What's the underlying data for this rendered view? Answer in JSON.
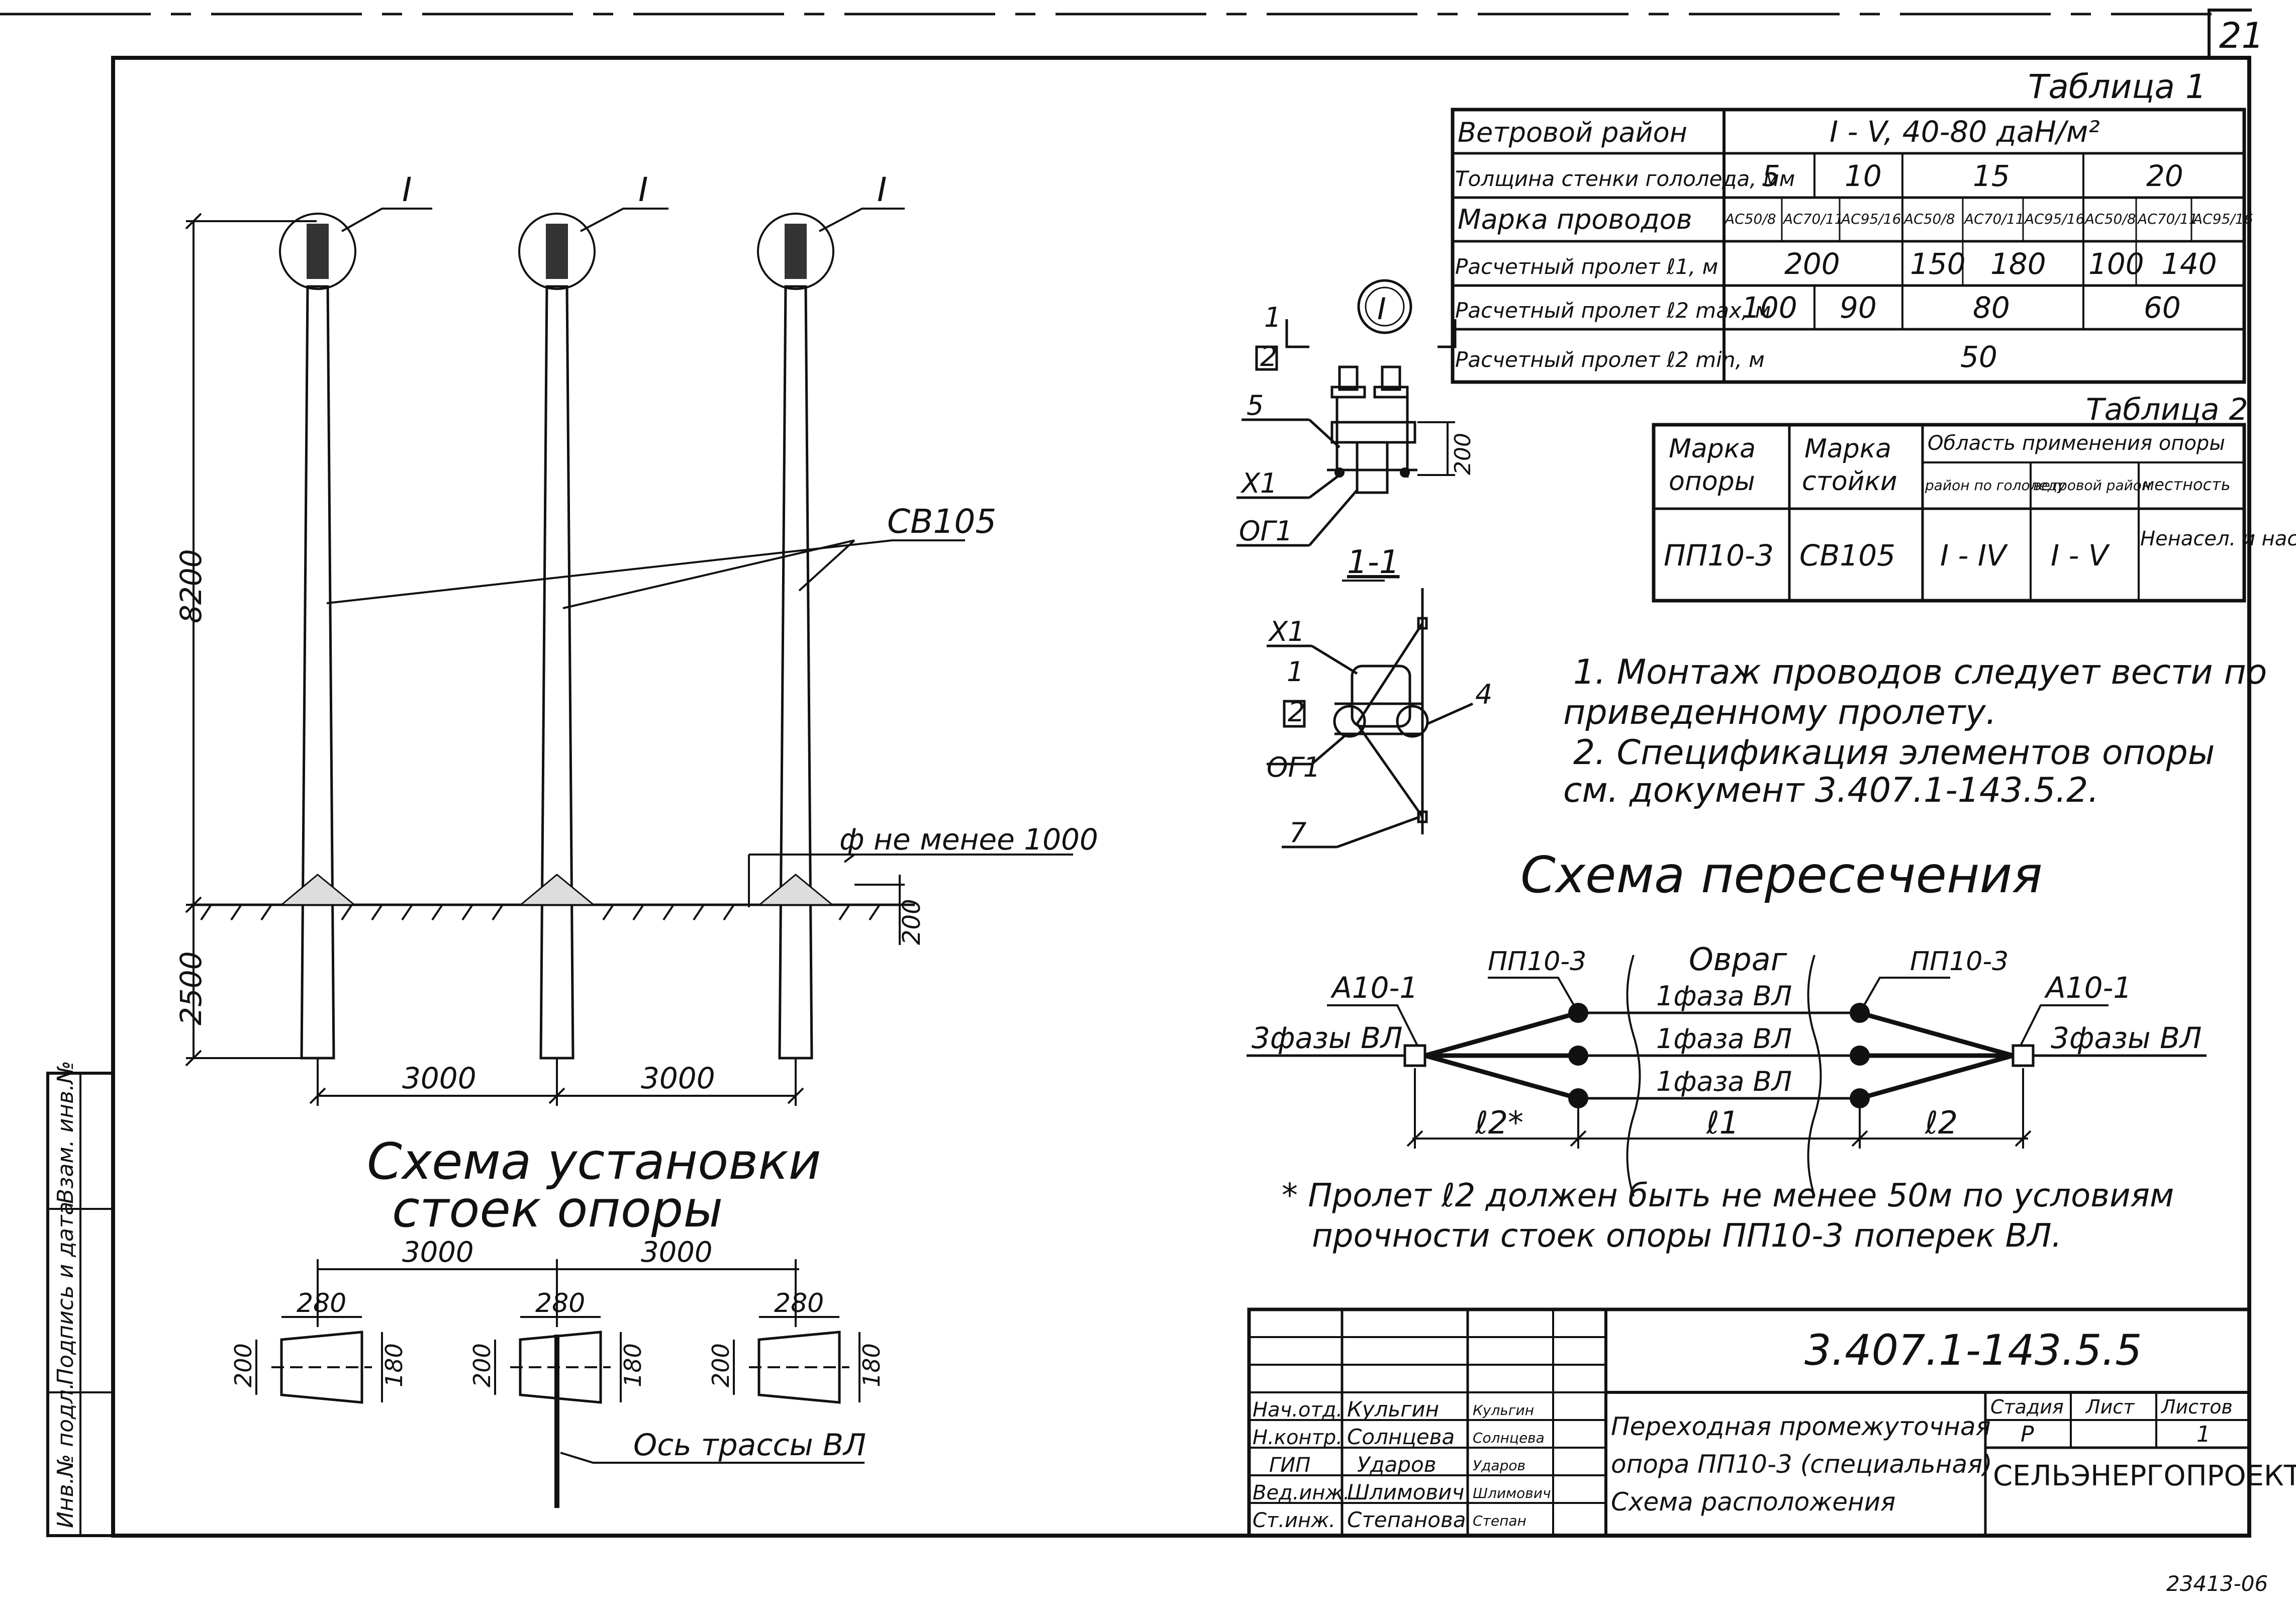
{
  "sheet": {
    "page_number": "21",
    "archive_number": "23413-06"
  },
  "table1": {
    "title": "Таблица 1",
    "rows": [
      {
        "label": "Ветровой район",
        "cells": [
          "I - V, 40-80 даН/м²"
        ]
      },
      {
        "label": "Толщина стенки гололеда, мм",
        "cells": [
          "5",
          "10",
          "15",
          "20"
        ]
      },
      {
        "label": "Марка проводов",
        "cells": [
          "АС50/8",
          "АС70/11",
          "АС95/16",
          "АС50/8",
          "АС70/11",
          "АС95/16",
          "АС50/8",
          "АС70/11",
          "АС95/16"
        ]
      },
      {
        "label": "Расчетный пролет ℓ1, м",
        "cells": [
          "200",
          "150",
          "180",
          "100",
          "140"
        ]
      },
      {
        "label": "Расчетный пролет ℓ2 max, м",
        "cells": [
          "100",
          "90",
          "80",
          "60"
        ]
      },
      {
        "label": "Расчетный пролет ℓ2 min, м",
        "cells": [
          "50"
        ]
      }
    ]
  },
  "table2": {
    "title": "Таблица 2",
    "headers": {
      "col1": "Марка опоры",
      "col2": "Марка стойки",
      "group": "Область применения опоры",
      "sub1": "район по гололеду",
      "sub2": "ветровой район",
      "sub3": "местность"
    },
    "row": {
      "opora": "ПП10-3",
      "stoyka": "СВ105",
      "ice": "I - IV",
      "wind": "I - V",
      "area": "Ненасел. и населен."
    }
  },
  "notes": [
    "1. Монтаж проводов следует вести по",
    "приведенному пролету.",
    "2. Спецификация элементов опоры",
    "см. документ 3.407.1-143.5.2."
  ],
  "install_scheme": {
    "title_line1": "Схема установки",
    "title_line2": "стоек опоры",
    "pole_label": "СВ105",
    "callout": "I",
    "dim_height": "8200",
    "dim_depth": "2500",
    "dim_span": "3000",
    "dim_pit": "ф не менее 1000",
    "dim_200": "200",
    "plan_280": "280",
    "plan_200": "200",
    "plan_180": "180",
    "axis_label": "Ось трассы ВЛ"
  },
  "detail": {
    "callout": "I",
    "section_label": "1-1",
    "dim_200": "200",
    "markers": [
      "1",
      "2",
      "5",
      "Х1",
      "ОГ1",
      "4",
      "7",
      "1"
    ]
  },
  "crossing": {
    "title": "Схема пересечения",
    "ravine": "Овраг",
    "left_anchor": "А10-1",
    "right_anchor": "А10-1",
    "left_pp": "ПП10-3",
    "right_pp": "ПП10-3",
    "phase_label": "1фаза ВЛ",
    "three_phase": "3фазы ВЛ",
    "span_l2_star": "ℓ2*",
    "span_l1": "ℓ1",
    "span_l2": "ℓ2"
  },
  "footnote": [
    "* Пролет ℓ2 должен быть не менее 50м по условиям",
    "прочности стоек опоры ПП10-3 поперек ВЛ."
  ],
  "stamp": {
    "code": "3.407.1-143.5.5",
    "roles": [
      "Нач.отд.",
      "Н.контр.",
      "ГИП",
      "Вед.инж.",
      "Ст.инж."
    ],
    "names": [
      "Кульгин",
      "Солнцева",
      "Ударов",
      "Шлимович",
      "Степанова"
    ],
    "signatures": [
      "Кульгин",
      "Солнцева",
      "Ударов",
      "Шлимович",
      "Степан"
    ],
    "title": [
      "Переходная промежуточная",
      "опора ПП10-3 (специальная)",
      "Схема расположения"
    ],
    "stage_h": "Стадия",
    "sheet_h": "Лист",
    "sheets_h": "Листов",
    "stage": "Р",
    "sheet": "",
    "sheets": "1",
    "org": "СЕЛЬЭНЕРГОПРОЕКТ"
  },
  "side_stamp": [
    "Инв.№ подл.",
    "Подпись и дата",
    "Взам. инв.№"
  ]
}
